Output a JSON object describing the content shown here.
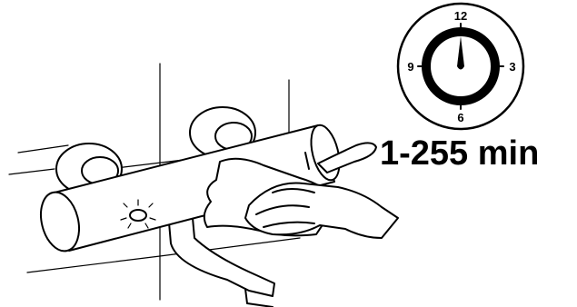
{
  "clock": {
    "numerals": {
      "top": "12",
      "right": "3",
      "bottom": "6",
      "left": "9"
    }
  },
  "duration_label": "1-255 min",
  "icons": [
    "timer-clock-icon",
    "sparkle-clean-icon",
    "wall-tile-lines",
    "bath-mixer-faucet",
    "wiping-hand-with-cloth"
  ],
  "colors": {
    "line": "#000000",
    "background": "#ffffff"
  }
}
